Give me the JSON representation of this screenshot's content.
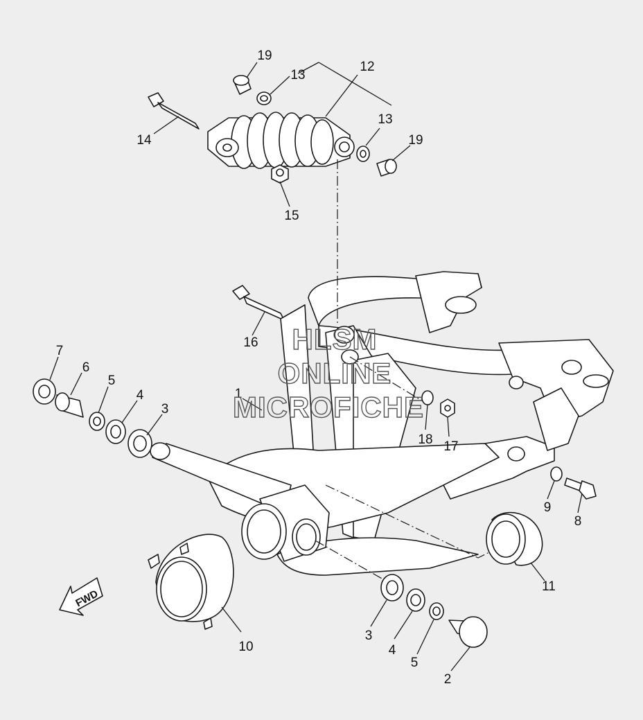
{
  "watermark": {
    "line1": "HLSM",
    "line2": "ONLINE",
    "line3": "MICROFICHE",
    "color": "#555555"
  },
  "direction_badge": {
    "label": "FWD",
    "icon": "forward-arrow-icon"
  },
  "callouts": {
    "c1": "1",
    "c2": "2",
    "c3a": "3",
    "c3b": "3",
    "c4a": "4",
    "c4b": "4",
    "c5a": "5",
    "c5b": "5",
    "c6": "6",
    "c7": "7",
    "c8": "8",
    "c9": "9",
    "c10": "10",
    "c11": "11",
    "c12": "12",
    "c13a": "13",
    "c13b": "13",
    "c14": "14",
    "c15": "15",
    "c16": "16",
    "c17": "17",
    "c18": "18",
    "c19a": "19",
    "c19b": "19"
  },
  "colors": {
    "background": "#eeeeee",
    "ink": "#1a1a1a",
    "part_fill": "#ffffff"
  }
}
